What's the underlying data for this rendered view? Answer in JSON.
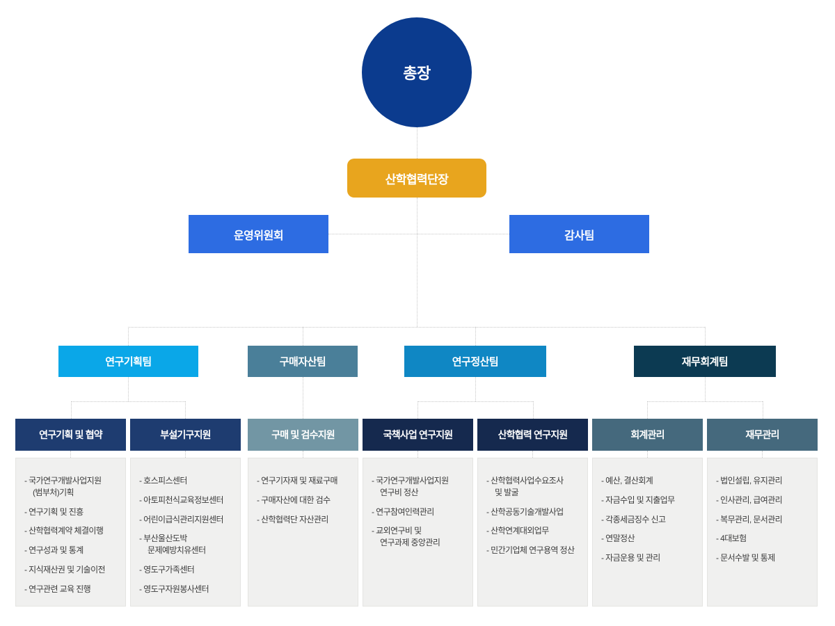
{
  "colors": {
    "chancellor_node": "#0B3B8E",
    "director_node": "#E8A51E",
    "committee_node": "#2D6CE2",
    "team_research_planning": "#0AA7E8",
    "team_purchase_asset": "#4A7F99",
    "team_research_settlement": "#0F87C4",
    "team_finance_accounting": "#0C3A52",
    "dept_navy": "#1E3C70",
    "dept_dark_navy": "#15294E",
    "dept_light_teal": "#7296A4",
    "dept_slate": "#45697D",
    "list_background": "#F0F0EF",
    "connector_line": "#C6C6C6"
  },
  "chart": {
    "root": "총장",
    "director": "산학협력단장",
    "committees": [
      "운영위원회",
      "감사팀"
    ],
    "teams": [
      "연구기획팀",
      "구매자산팀",
      "연구정산팀",
      "재무회계팀"
    ],
    "departments": [
      {
        "label": "연구기획 및 협약",
        "items": [
          "- 국가연구개발사업지원\n(범부처)기획",
          "- 연구기획 및 진흥",
          "- 산학협력계약 체결이행",
          "- 연구성과 및 통계",
          "- 지식재산권 및 기술이전",
          "- 연구관련 교육 진행"
        ]
      },
      {
        "label": "부설기구지원",
        "items": [
          "- 호스피스센터",
          "- 아토피천식교육정보센터",
          "- 어린이급식관리지원센터",
          "- 부산울산도박\n문제예방치유센터",
          "- 영도구가족센터",
          "- 영도구자원봉사센터"
        ]
      },
      {
        "label": "구매 및 검수지원",
        "items": [
          "- 연구기자재 및 재료구매",
          "- 구매자산에 대한 검수",
          "- 산학협력단 자산관리"
        ]
      },
      {
        "label": "국책사업 연구지원",
        "items": [
          "- 국가연구개발사업지원\n연구비 정산",
          "- 연구참여인력관리",
          "- 교외연구비 및\n연구과제 중앙관리"
        ]
      },
      {
        "label": "산학협력 연구지원",
        "items": [
          "- 산학협력사업수요조사\n및 발굴",
          "- 산학공동기술개발사업",
          "- 산학연계대외업무",
          "- 민간기업체 연구용역 정산"
        ]
      },
      {
        "label": "회계관리",
        "items": [
          "- 예산, 결산회계",
          "- 자금수입 및 지출업무",
          "- 각종세금징수 신고",
          "- 연말정산",
          "- 자금운용 및 관리"
        ]
      },
      {
        "label": "재무관리",
        "items": [
          "- 법인설립, 유지관리",
          "- 인사관리, 급여관리",
          "- 복무관리, 문서관리",
          "- 4대보험",
          "- 문서수발 및 통제"
        ]
      }
    ]
  }
}
